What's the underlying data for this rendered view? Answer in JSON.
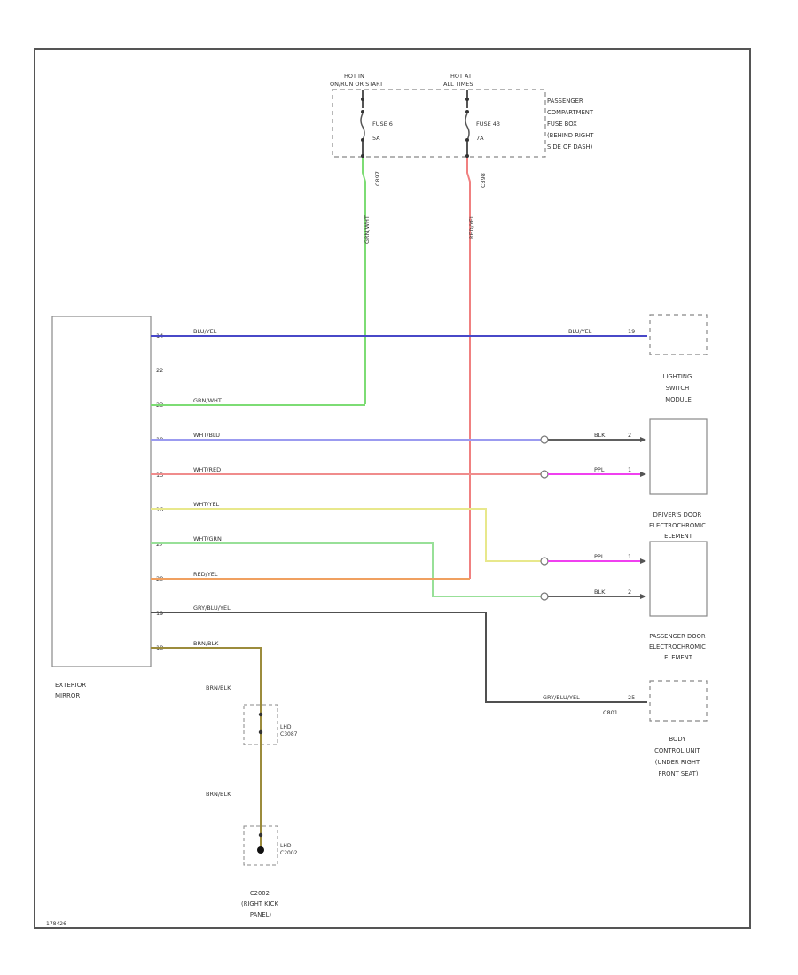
{
  "fuse_box": {
    "hot1": [
      "HOT IN",
      "ON/RUN OR START"
    ],
    "hot2": [
      "HOT AT",
      "ALL TIMES"
    ],
    "fuse1": [
      "FUSE 6",
      "5A"
    ],
    "fuse2": [
      "FUSE 43",
      "7A"
    ],
    "label": [
      "PASSENGER",
      "COMPARTMENT",
      "FUSE BOX",
      "(BEHIND RIGHT",
      "SIDE OF DASH)"
    ],
    "conn1": "C897",
    "conn2": "C898",
    "wire1": "GRN/WHT",
    "wire2": "RED/YEL"
  },
  "mirror": {
    "label": [
      "EXTERIOR",
      "MIRROR"
    ],
    "pins": [
      "14",
      "22",
      "23",
      "10",
      "13",
      "16",
      "27",
      "20",
      "19",
      "18"
    ]
  },
  "wires": {
    "w14": "BLU/YEL",
    "w14_right": "BLU/YEL",
    "w23": "GRN/WHT",
    "w10": "WHT/BLU",
    "w13": "WHT/RED",
    "w16": "WHT/YEL",
    "w27": "WHT/GRN",
    "w20": "RED/YEL",
    "w19": "GRY/BLU/YEL",
    "w19_right": "GRY/BLU/YEL",
    "w18": "BRN/BLK"
  },
  "lighting_module": {
    "label": [
      "LIGHTING",
      "SWITCH",
      "MODULE"
    ],
    "pin": "19"
  },
  "driver_door": {
    "label": [
      "DRIVER'S DOOR",
      "ELECTROCHROMIC",
      "ELEMENT"
    ],
    "wire_top": "BLK",
    "pin_top": "2",
    "wire_bottom": "PPL",
    "pin_bottom": "1"
  },
  "passenger_door": {
    "label": [
      "PASSENGER DOOR",
      "ELECTROCHROMIC",
      "ELEMENT"
    ],
    "wire_top": "PPL",
    "pin_top": "1",
    "wire_bottom": "BLK",
    "pin_bottom": "2"
  },
  "bcu": {
    "conn": "C801",
    "pin": "25",
    "label": [
      "BODY",
      "CONTROL UNIT",
      "(UNDER RIGHT",
      "FRONT SEAT)"
    ]
  },
  "ground_path": {
    "wire1": "BRN/BLK",
    "wire2": "BRN/BLK",
    "conn1": [
      "LHD",
      "C3087"
    ],
    "conn2": [
      "LHD",
      "C2002"
    ],
    "ground_label": [
      "C2002",
      "(RIGHT KICK",
      "PANEL)"
    ]
  },
  "footer": "178426",
  "colors": {
    "green": "#7ddc74",
    "red": "#f08080",
    "blue": "#4848c8",
    "light_blue": "#9b9bf0",
    "pink": "#f08c8c",
    "magenta": "#f040f0",
    "yellow": "#e8e88c",
    "light_green": "#98e098",
    "orange": "#f0a060",
    "gray": "#505050",
    "brown": "#9c8c3c"
  }
}
